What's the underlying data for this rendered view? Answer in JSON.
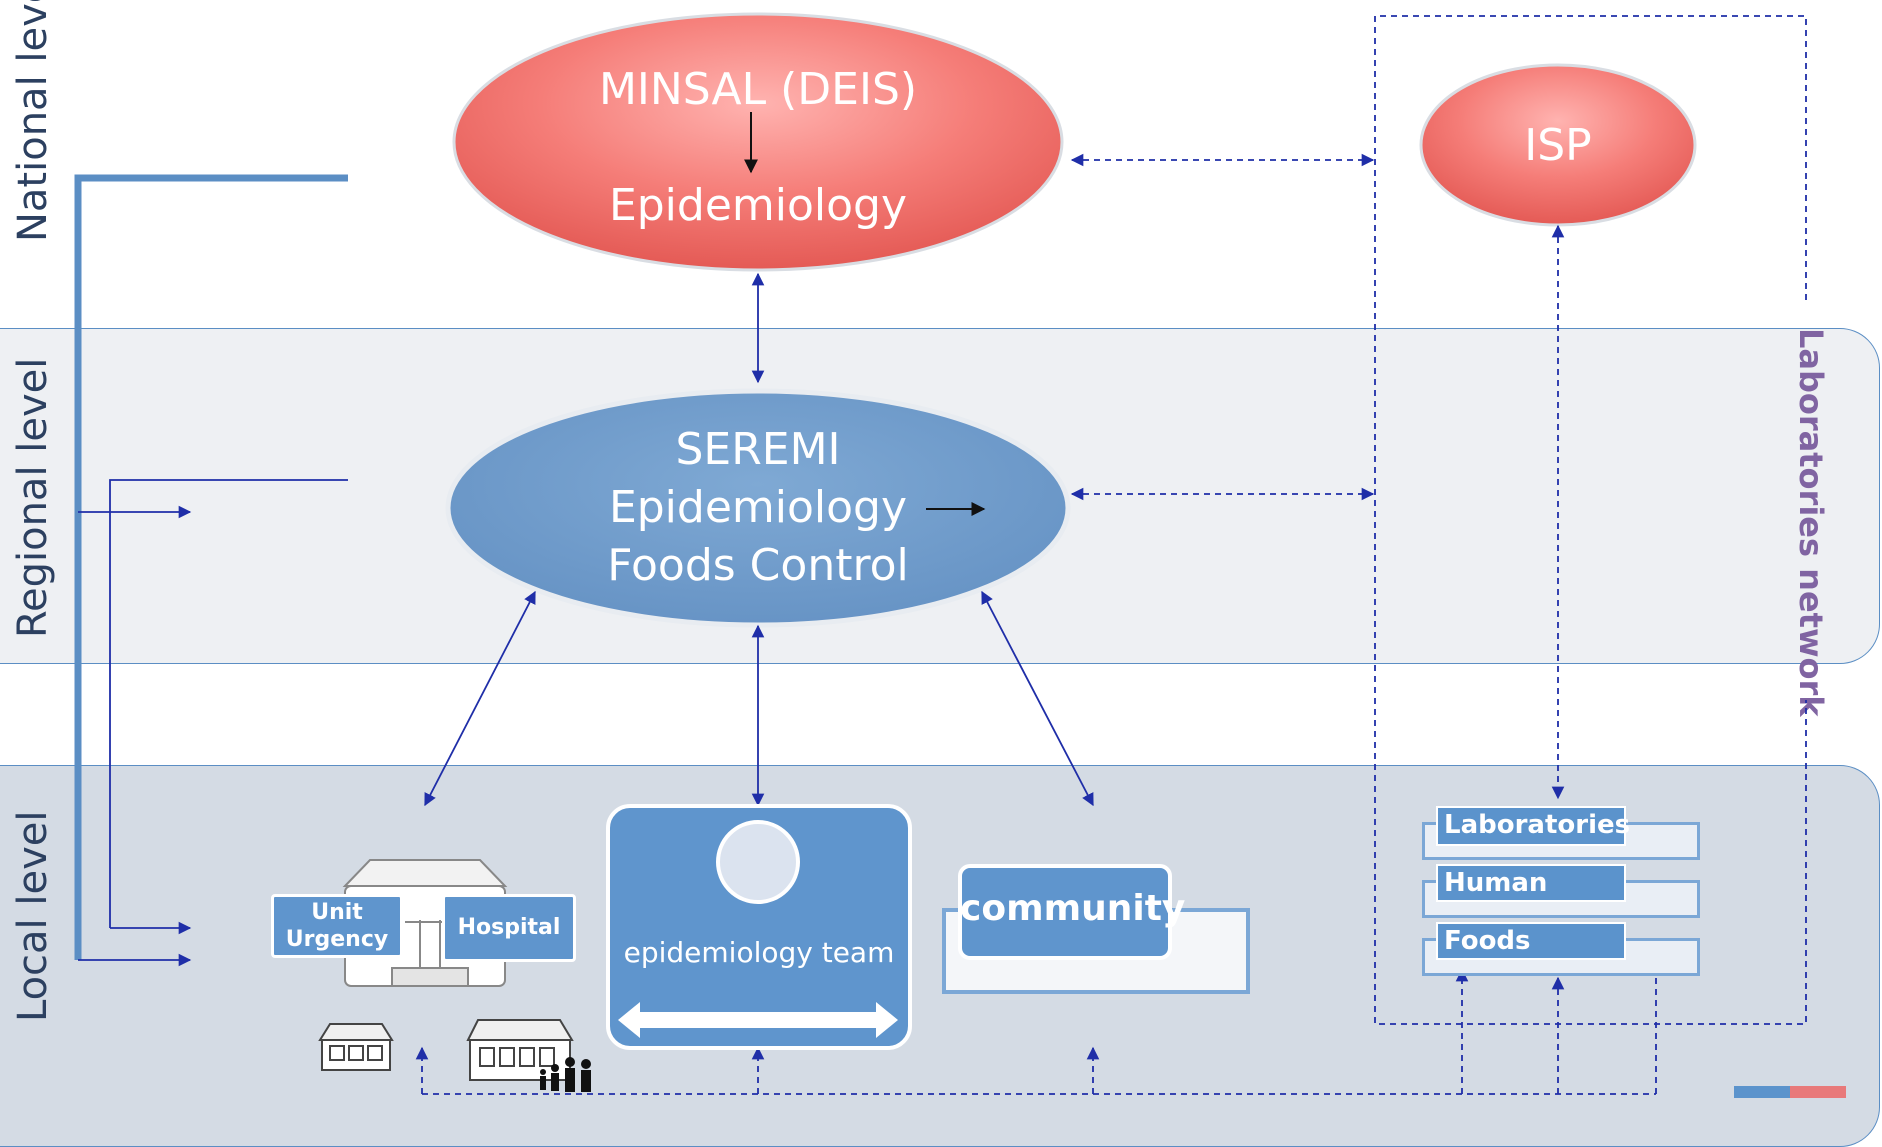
{
  "levels": {
    "national": "National level",
    "regional": "Regional level",
    "local": "Local level"
  },
  "side_label": "Laboratories network",
  "nodes": {
    "minsal_top": "MINSAL (DEIS)",
    "minsal_bottom": "Epidemiology",
    "isp": "ISP",
    "seremi_line1": "SEREMI",
    "seremi_line2": "Epidemiology",
    "seremi_line3": "Foods Control"
  },
  "local": {
    "unit_urgency": "Unit\nUrgency",
    "hospital": "Hospital",
    "epi_team": "epidemiology team",
    "community": "community"
  },
  "labs": {
    "title": "Laboratories",
    "human": "Human",
    "foods": "Foods"
  },
  "colors": {
    "national_node": "#f26b67",
    "regional_node": "#6f9ccb",
    "box_blue": "#5f95cd",
    "arrow": "#1f2ea8",
    "label_purple": "#8064a2"
  }
}
